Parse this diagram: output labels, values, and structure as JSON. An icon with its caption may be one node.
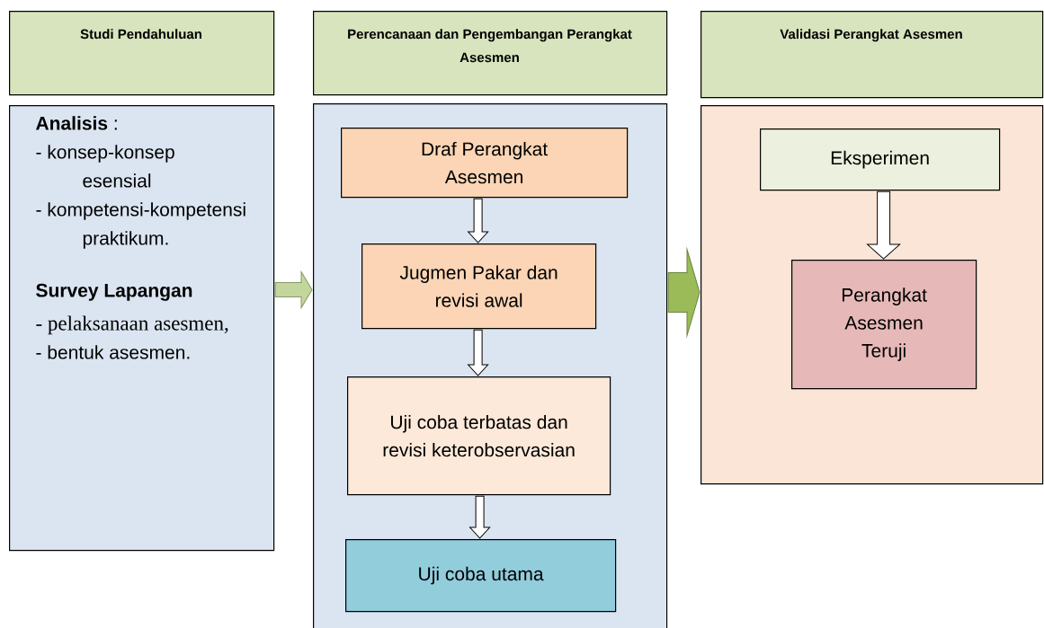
{
  "diagram": {
    "nodes": [
      {
        "text": [
          "Studi Pendahuluan"
        ]
      },
      {
        "text": [
          "**Analisis** :",
          "- konsep-konsep esensial",
          "- kompetensi-kompetensi praktikum.",
          "Survey Lapangan",
          "- pelaksanaan asesmen,",
          "- bentuk asesmen."
        ]
      },
      {
        "text": [
          "Perencanaan dan Pengembangan Perangkat Asesmen"
        ]
      },
      {
        "text": [],
        "shape": "box"
      },
      {
        "text": [
          "Draf  Perangkat Asesmen"
        ],
        "in": 3
      },
      {
        "text": [
          "Jugmen Pakar dan revisi awal"
        ],
        "in": 3
      },
      {
        "text": [
          "Uji coba terbatas dan revisi keterobservasian"
        ],
        "in": 3
      },
      {
        "text": [
          "Uji coba utama"
        ],
        "in": 3
      },
      {
        "text": [
          "Validasi Perangkat Asesmen"
        ]
      },
      {
        "text": [],
        "shape": "box"
      },
      {
        "text": [
          "Eksperimen"
        ],
        "in": 9
      },
      {
        "text": [
          "Perangkat Asesmen Teruji"
        ],
        "in": 9
      }
    ],
    "edges": [
      {
        "from": 1,
        "to": 3,
        "arrow": "to",
        "color": "#c3d69b"
      },
      {
        "from": 3,
        "to": 9,
        "arrow": "to",
        "color": "#9bbb59"
      },
      {
        "from": 4,
        "to": 5,
        "arrow": "to"
      },
      {
        "from": 5,
        "to": 6,
        "arrow": "to"
      },
      {
        "from": 6,
        "to": 7,
        "arrow": "to"
      },
      {
        "from": 10,
        "to": 11,
        "arrow": "to"
      }
    ]
  }
}
